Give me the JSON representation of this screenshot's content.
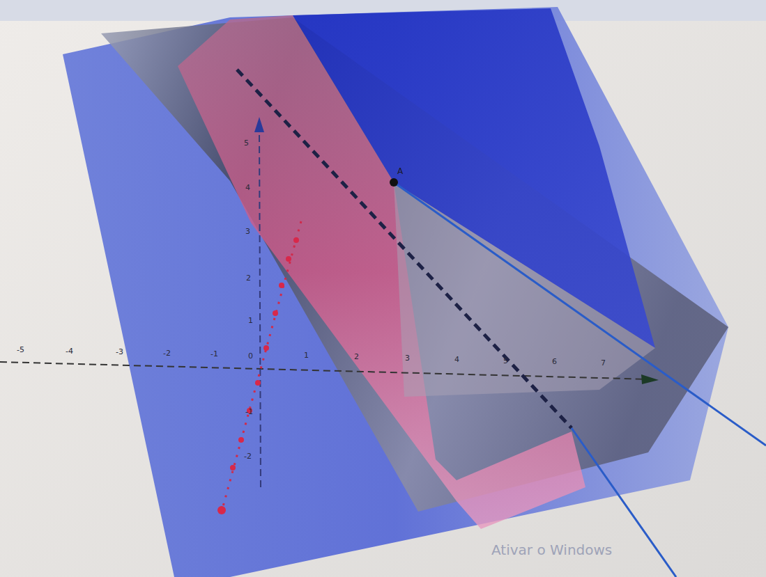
{
  "diagram": {
    "labels": [
      "-5",
      "-4",
      "-3",
      "-2",
      "-1",
      "0",
      "1",
      "2",
      "3",
      "4",
      "5",
      "6",
      "7",
      "5",
      "4",
      "3",
      "2",
      "1",
      "-1",
      "-2",
      "A",
      "Ativar o Windows"
    ]
  }
}
